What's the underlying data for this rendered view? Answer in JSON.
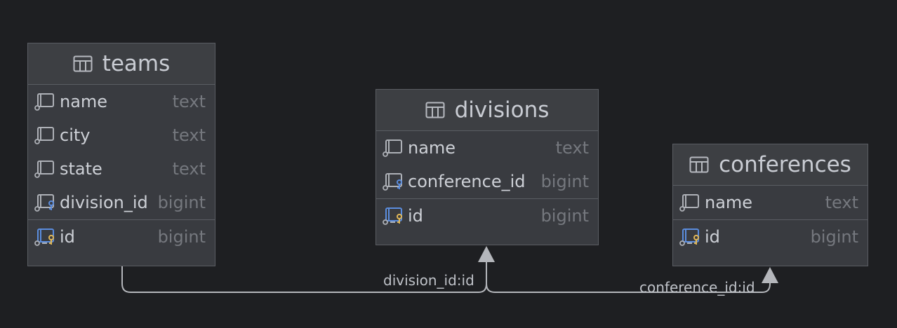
{
  "tables": {
    "teams": {
      "title": "teams",
      "columns": [
        {
          "name": "name",
          "type": "text",
          "icon": "column-icon"
        },
        {
          "name": "city",
          "type": "text",
          "icon": "column-icon"
        },
        {
          "name": "state",
          "type": "text",
          "icon": "column-icon"
        },
        {
          "name": "division_id",
          "type": "bigint",
          "icon": "foreign-key-column-icon"
        }
      ],
      "pk": {
        "name": "id",
        "type": "bigint",
        "icon": "primary-key-column-icon"
      }
    },
    "divisions": {
      "title": "divisions",
      "columns": [
        {
          "name": "name",
          "type": "text",
          "icon": "column-icon"
        },
        {
          "name": "conference_id",
          "type": "bigint",
          "icon": "foreign-key-column-icon"
        }
      ],
      "pk": {
        "name": "id",
        "type": "bigint",
        "icon": "primary-key-column-icon"
      }
    },
    "conferences": {
      "title": "conferences",
      "columns": [
        {
          "name": "name",
          "type": "text",
          "icon": "column-icon"
        }
      ],
      "pk": {
        "name": "id",
        "type": "bigint",
        "icon": "primary-key-column-icon"
      }
    }
  },
  "relations": {
    "teams_divisions": {
      "label": "division_id:id",
      "from": "teams",
      "to": "divisions"
    },
    "divisions_conferences": {
      "label": "conference_id:id",
      "from": "divisions",
      "to": "conferences"
    }
  },
  "colors": {
    "background": "#1e1f22",
    "table_body": "#393b40",
    "table_header": "#3d3f43",
    "border": "#5a5d63",
    "connector": "#b4b6bb",
    "key_gold": "#e2b857",
    "fk_blue": "#5b8dde"
  }
}
